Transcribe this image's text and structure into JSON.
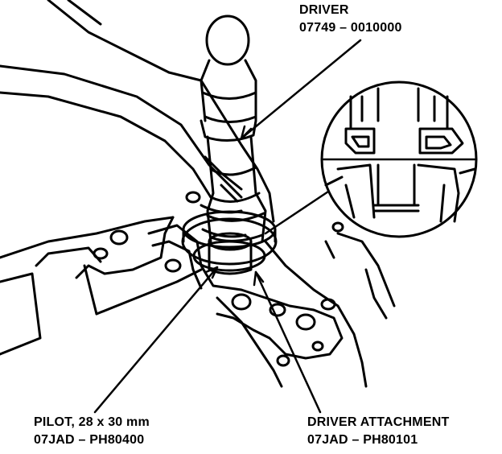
{
  "callouts": {
    "driver": {
      "name": "DRIVER",
      "part_number": "07749 – 0010000"
    },
    "pilot": {
      "name": "PILOT, 28 x 30 mm",
      "part_number": "07JAD – PH80400"
    },
    "driver_attachment": {
      "name": "DRIVER ATTACHMENT",
      "part_number": "07JAD – PH80101"
    }
  },
  "colors": {
    "ink": "#000000",
    "paper": "#ffffff"
  }
}
